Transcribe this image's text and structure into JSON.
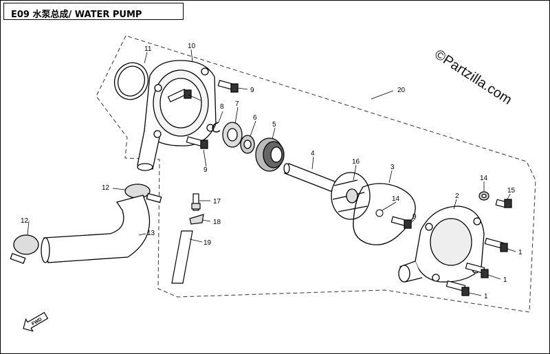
{
  "title": "E09 水泵总成/ WATER PUMP",
  "watermark": "©Partzilla.com",
  "fwd_label": "FWD",
  "callouts": [
    "11",
    "10",
    "9",
    "8",
    "7",
    "6",
    "5",
    "9",
    "20",
    "4",
    "16",
    "3",
    "14",
    "15",
    "2",
    "12",
    "17",
    "18",
    "13",
    "12",
    "19",
    "14",
    "9",
    "1",
    "1",
    "1",
    "1"
  ]
}
